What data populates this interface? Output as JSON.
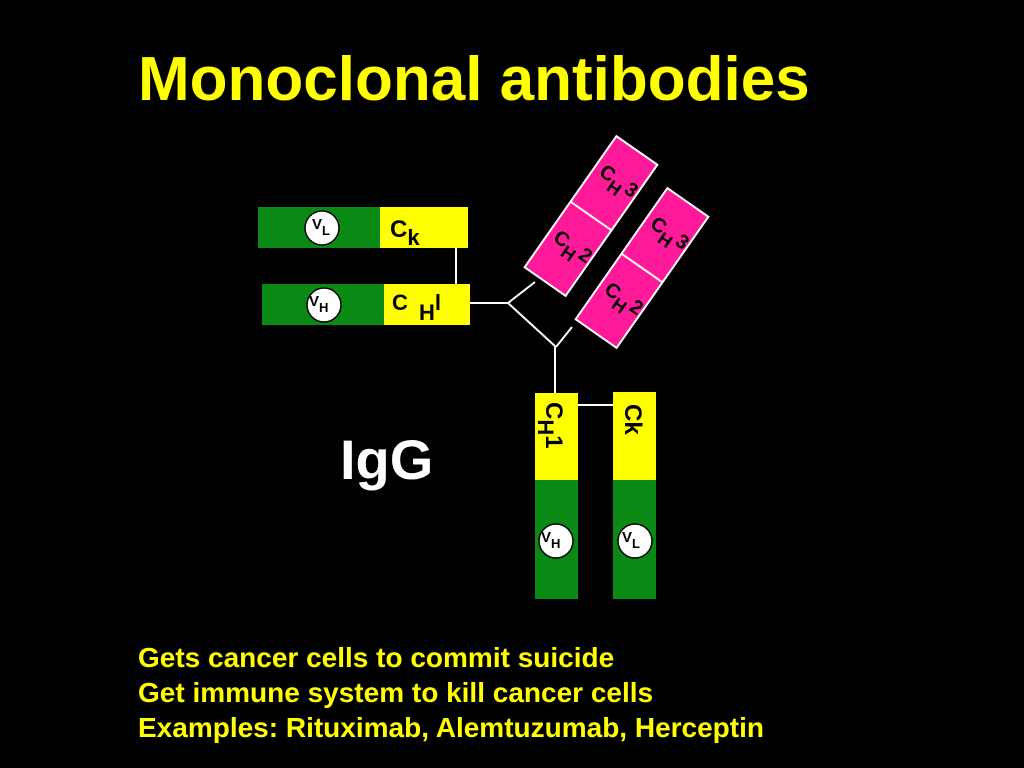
{
  "title": "Monoclonal antibodies",
  "antibody_label": "IgG",
  "colors": {
    "background": "#000000",
    "variable": "#0a8a14",
    "constant": "#ffff00",
    "fc": "#ff1a9a",
    "title": "#ffff00",
    "label": "#ffffff"
  },
  "domains": {
    "left_light_chain": {
      "variable": {
        "main": "V",
        "sub": "L"
      },
      "constant": {
        "main": "C",
        "sub": "k"
      }
    },
    "left_heavy_chain": {
      "variable": {
        "main": "V",
        "sub": "H"
      },
      "constant": {
        "main": "C",
        "sub": "H",
        "tail": "l"
      }
    },
    "right_heavy_chain": {
      "constant": {
        "main": "C",
        "sub": "H",
        "tail": "1"
      },
      "variable": {
        "main": "V",
        "sub": "H"
      }
    },
    "right_light_chain": {
      "constant": {
        "main": "Ck"
      },
      "variable": {
        "main": "V",
        "sub": "L"
      }
    },
    "fc_chain_1": {
      "ch2": {
        "main": "C",
        "sub": "H",
        "tail": "2"
      },
      "ch3": {
        "main": "C",
        "sub": "H",
        "tail": "3"
      }
    },
    "fc_chain_2": {
      "ch2": {
        "main": "C",
        "sub": "H",
        "tail": "2"
      },
      "ch3": {
        "main": "C",
        "sub": "H",
        "tail": "3"
      }
    }
  },
  "bullets": [
    "Gets cancer cells to commit suicide",
    "Get immune system to kill cancer cells",
    "Examples:  Rituximab, Alemtuzumab, Herceptin"
  ]
}
